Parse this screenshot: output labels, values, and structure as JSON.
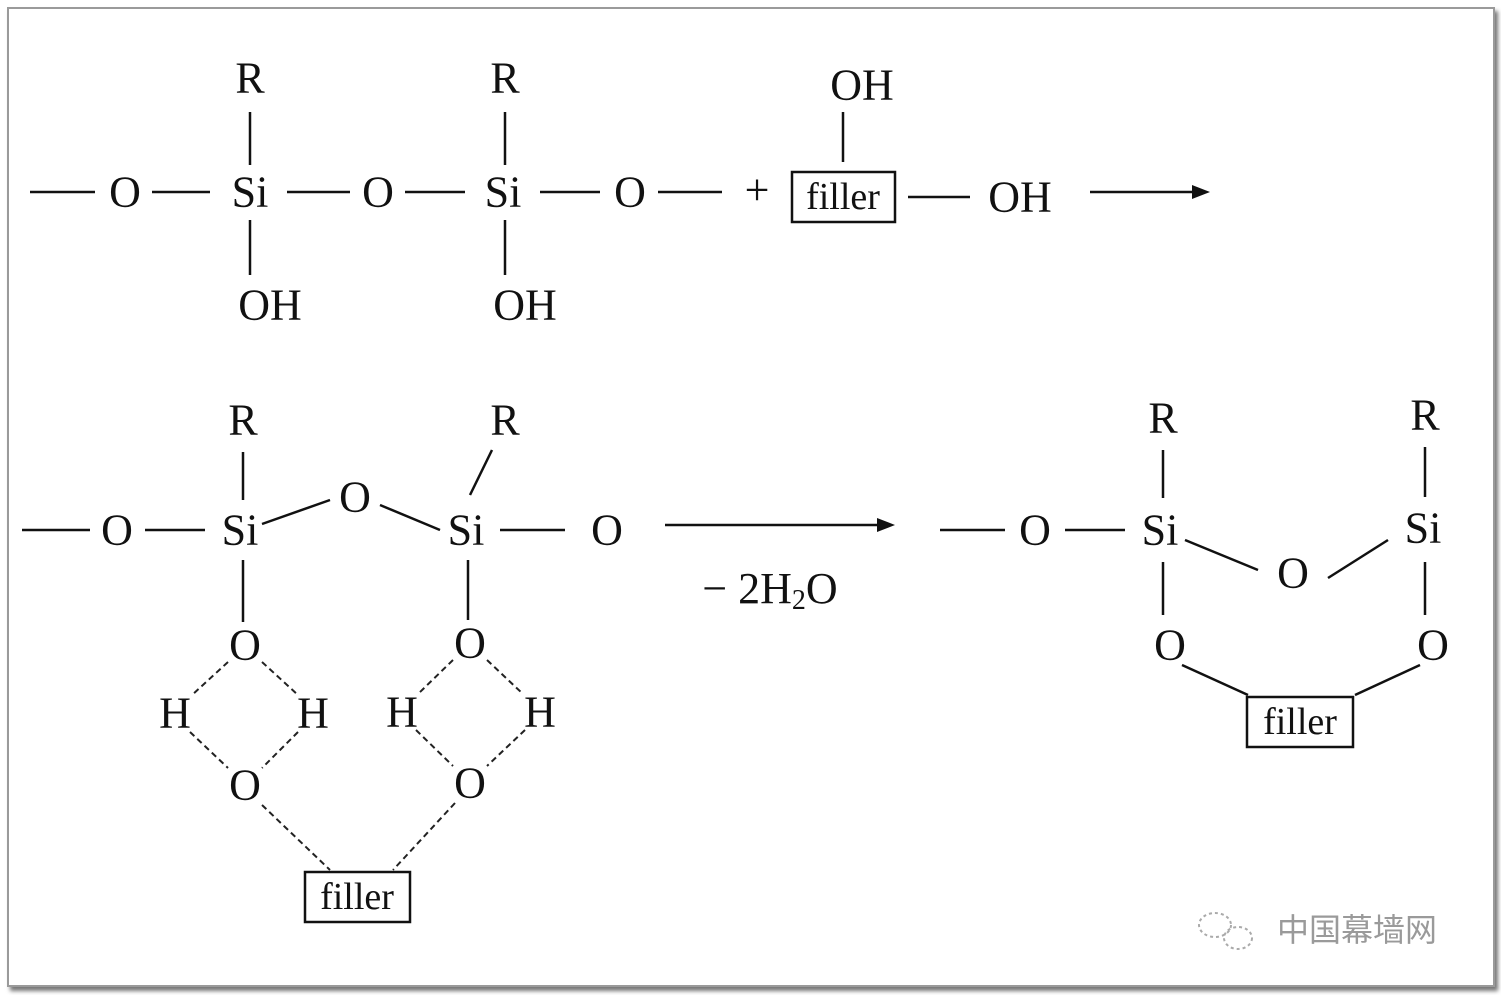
{
  "reaction1": {
    "chain": [
      "O",
      "Si",
      "O",
      "Si",
      "O"
    ],
    "substituents_top": [
      "R",
      "R"
    ],
    "substituents_bottom": [
      "OH",
      "OH"
    ],
    "plus": "+",
    "filler": "filler",
    "filler_top": "OH",
    "filler_right": "OH"
  },
  "reaction2": {
    "left": {
      "chain": [
        "O",
        "Si",
        "O",
        "Si",
        "O"
      ],
      "substituents_top": [
        "R",
        "R"
      ],
      "hbond_oxygens_upper": [
        "O",
        "O"
      ],
      "hydrogens": [
        "H",
        "H",
        "H",
        "H"
      ],
      "hbond_oxygens_lower": [
        "O",
        "O"
      ],
      "filler": "filler"
    },
    "condition": {
      "prefix": "− 2H",
      "subscript": "2",
      "suffix": "O"
    },
    "right": {
      "chain": [
        "O",
        "Si",
        "O",
        "Si"
      ],
      "substituents_top": [
        "R",
        "R"
      ],
      "oxygens_bottom": [
        "O",
        "O"
      ],
      "filler": "filler"
    }
  },
  "watermark": {
    "text": "中国幕墙网",
    "icon": "wechat-icon"
  }
}
